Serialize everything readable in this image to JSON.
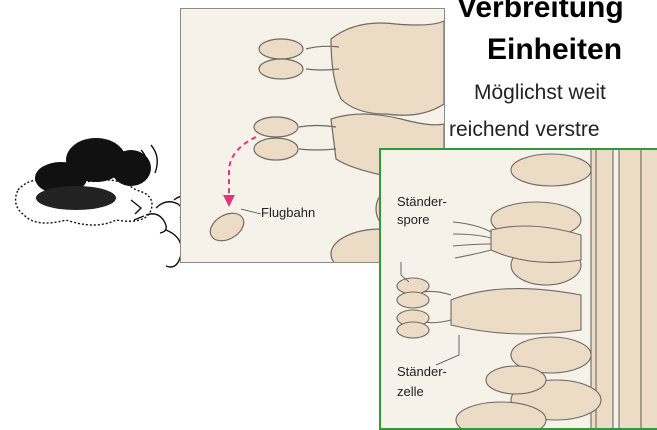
{
  "heading": {
    "line1": "Verbreitung",
    "line2": "Einheiten",
    "body_line1": "Möglichst weit",
    "body_line2": "reichend verstre"
  },
  "diagram_labels": {
    "flight_path": "Flugbahn",
    "basidiospore_line1": "Ständer-",
    "basidiospore_line2": "spore",
    "basidium_line1": "Ständer-",
    "basidium_line2": "zelle"
  },
  "colors": {
    "panel_bg": "#f6f2ea",
    "cell_fill": "#ecdcc6",
    "cell_stroke": "#6e6a64",
    "flight_arrow": "#e0367a",
    "inset_border": "#2e9b3a"
  }
}
